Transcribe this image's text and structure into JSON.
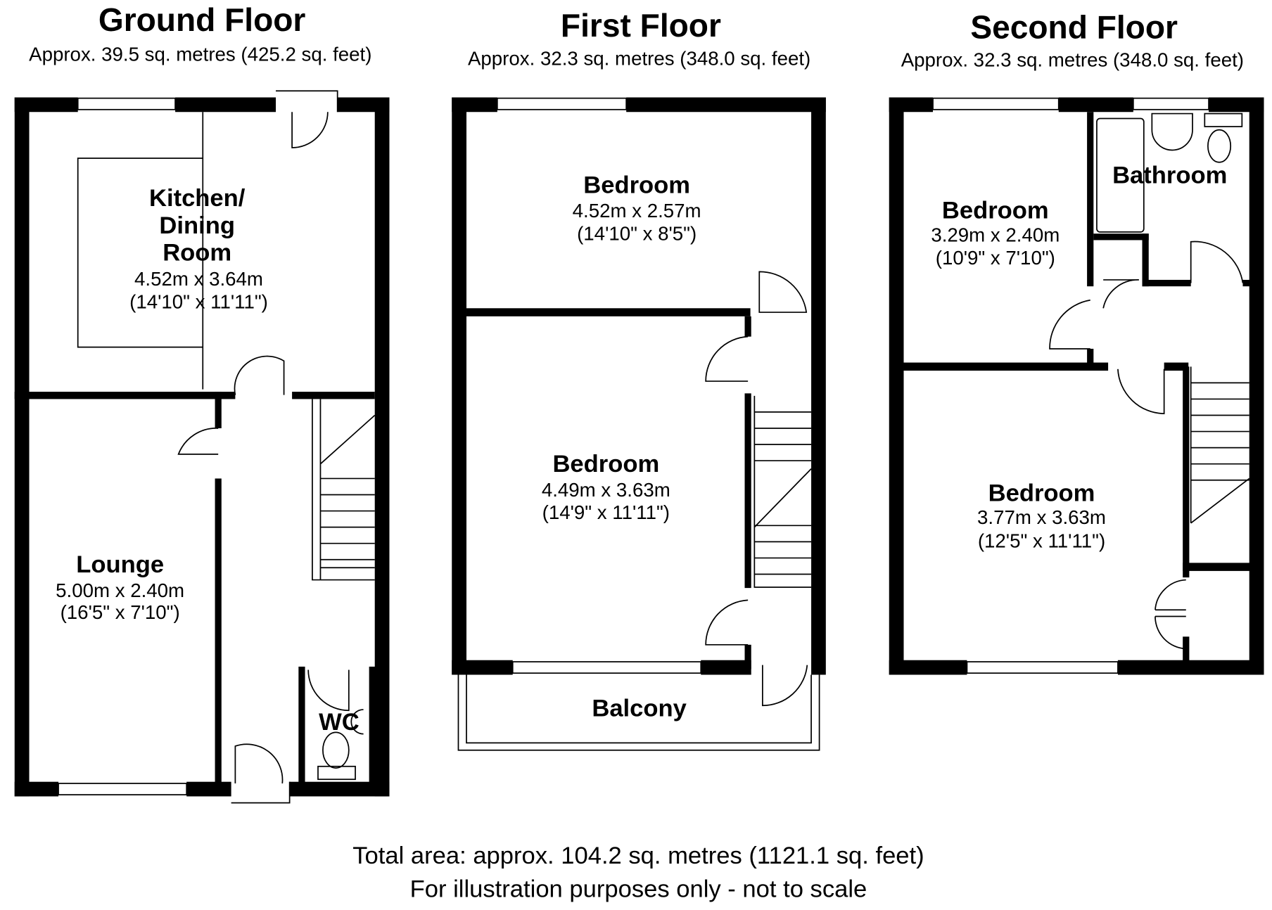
{
  "floors": [
    {
      "title": "Ground Floor",
      "area": "Approx. 39.5 sq. metres (425.2 sq. feet)",
      "rooms": [
        {
          "name_lines": [
            "Kitchen/",
            "Dining",
            "Room"
          ],
          "metric": "4.52m x 3.64m",
          "imperial": "(14'10\" x 11'11\")"
        },
        {
          "name_lines": [
            "Lounge"
          ],
          "metric": "5.00m x 2.40m",
          "imperial": "(16'5\" x 7'10\")"
        },
        {
          "name_lines": [
            "WC"
          ]
        }
      ]
    },
    {
      "title": "First Floor",
      "area": "Approx. 32.3 sq. metres (348.0 sq. feet)",
      "rooms": [
        {
          "name_lines": [
            "Bedroom"
          ],
          "metric": "4.52m x 2.57m",
          "imperial": "(14'10\" x 8'5\")"
        },
        {
          "name_lines": [
            "Bedroom"
          ],
          "metric": "4.49m x 3.63m",
          "imperial": "(14'9\" x 11'11\")"
        },
        {
          "name_lines": [
            "Balcony"
          ]
        }
      ]
    },
    {
      "title": "Second Floor",
      "area": "Approx. 32.3 sq. metres (348.0 sq. feet)",
      "rooms": [
        {
          "name_lines": [
            "Bathroom"
          ]
        },
        {
          "name_lines": [
            "Bedroom"
          ],
          "metric": "3.29m x 2.40m",
          "imperial": "(10'9\" x 7'10\")"
        },
        {
          "name_lines": [
            "Bedroom"
          ],
          "metric": "3.77m x 3.63m",
          "imperial": "(12'5\" x 11'11\")"
        }
      ]
    }
  ],
  "footer": {
    "total": "Total area: approx. 104.2 sq. metres (1121.1 sq. feet)",
    "disclaimer": "For illustration purposes only - not to scale"
  }
}
